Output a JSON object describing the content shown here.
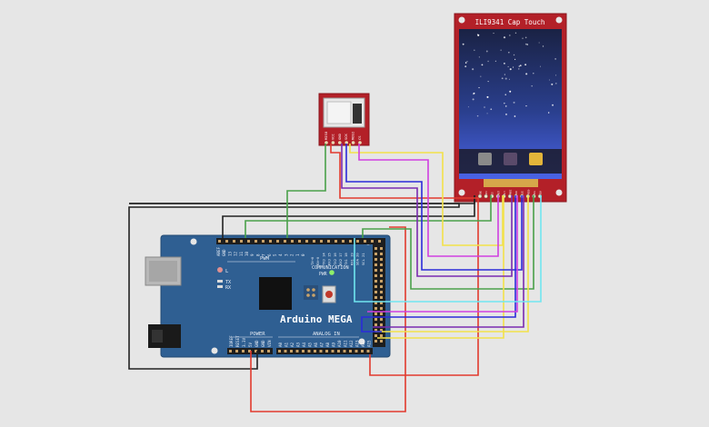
{
  "tft": {
    "title": "ILI9341 Cap Touch",
    "pin_labels": [
      "GND",
      "VCC",
      "CS",
      "RST",
      "D/C",
      "MOSI",
      "SCK",
      "LED",
      "MISO",
      "SCL",
      "SDA"
    ]
  },
  "sd": {
    "pin_labels": [
      "MISO",
      "VCC",
      "GND",
      "SCK",
      "MOSI",
      "CS"
    ]
  },
  "arduino": {
    "name": "Arduino MEGA",
    "pwm_label": "PWM",
    "communication_label": "COMMUNICATION",
    "power_label": "POWER",
    "analog_label": "ANALOG IN",
    "pwr_led_label": "PWR",
    "l_led_label": "L",
    "tx_label": "TX",
    "rx_label": "RX",
    "top_pins": [
      "AREF",
      "GND",
      "13",
      "12",
      "11",
      "10",
      "9",
      "8",
      "7",
      "6",
      "5",
      "4",
      "3",
      "2",
      "1",
      "0",
      "14",
      "15",
      "16",
      "17",
      "18",
      "19",
      "20",
      "21"
    ],
    "comm_pins": [
      "TX→0",
      "RX←0",
      "TX3 14",
      "RX3 15",
      "TX2 16",
      "RX2 17",
      "TX1 18",
      "RX1 19",
      "SDA 20",
      "SCL 21"
    ],
    "power_pins": [
      "IOREF",
      "RESET",
      "3.3V",
      "5V",
      "GND",
      "GND",
      "VIN"
    ],
    "analog_pins": [
      "A0",
      "A1",
      "A2",
      "A3",
      "A4",
      "A5",
      "A6",
      "A7",
      "A8",
      "A9",
      "A10",
      "A11",
      "A12",
      "A13",
      "A14",
      "A15"
    ]
  },
  "colors": {
    "background": "#e6e6e6",
    "board": "#2f5f92",
    "module_red": "#b32028",
    "wire_black": "#222222",
    "wire_red": "#e23a2e",
    "wire_green": "#4aa04a",
    "wire_yellow": "#f2e24a",
    "wire_blue": "#2b2bd9",
    "wire_purple": "#7a2bb0",
    "wire_magenta": "#d040e0",
    "wire_cyan": "#70e6f0"
  }
}
